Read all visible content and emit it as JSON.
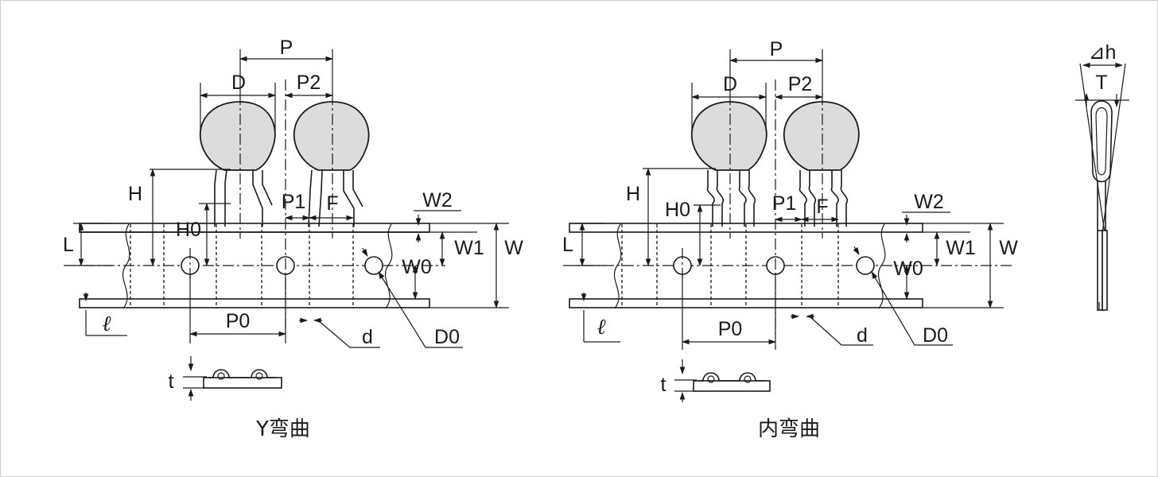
{
  "left_panel": {
    "caption": "Y弯曲",
    "labels": {
      "P": "P",
      "D": "D",
      "P2": "P2",
      "H": "H",
      "P1": "P1",
      "F": "F",
      "W2": "W2",
      "H0": "H0",
      "L": "L",
      "W1": "W1",
      "W": "W",
      "W0": "W0",
      "P0": "P0",
      "l": "ℓ",
      "d": "d",
      "D0": "D0",
      "t": "t"
    }
  },
  "right_panel": {
    "caption": "内弯曲",
    "labels": {
      "P": "P",
      "D": "D",
      "P2": "P2",
      "H": "H",
      "P1": "P1",
      "F": "F",
      "W2": "W2",
      "H0": "H0",
      "L": "L",
      "W1": "W1",
      "W": "W",
      "W0": "W0",
      "P0": "P0",
      "l": "ℓ",
      "d": "d",
      "D0": "D0",
      "t": "t"
    }
  },
  "side_view": {
    "labels": {
      "dh": "⊿h",
      "T": "T"
    }
  }
}
